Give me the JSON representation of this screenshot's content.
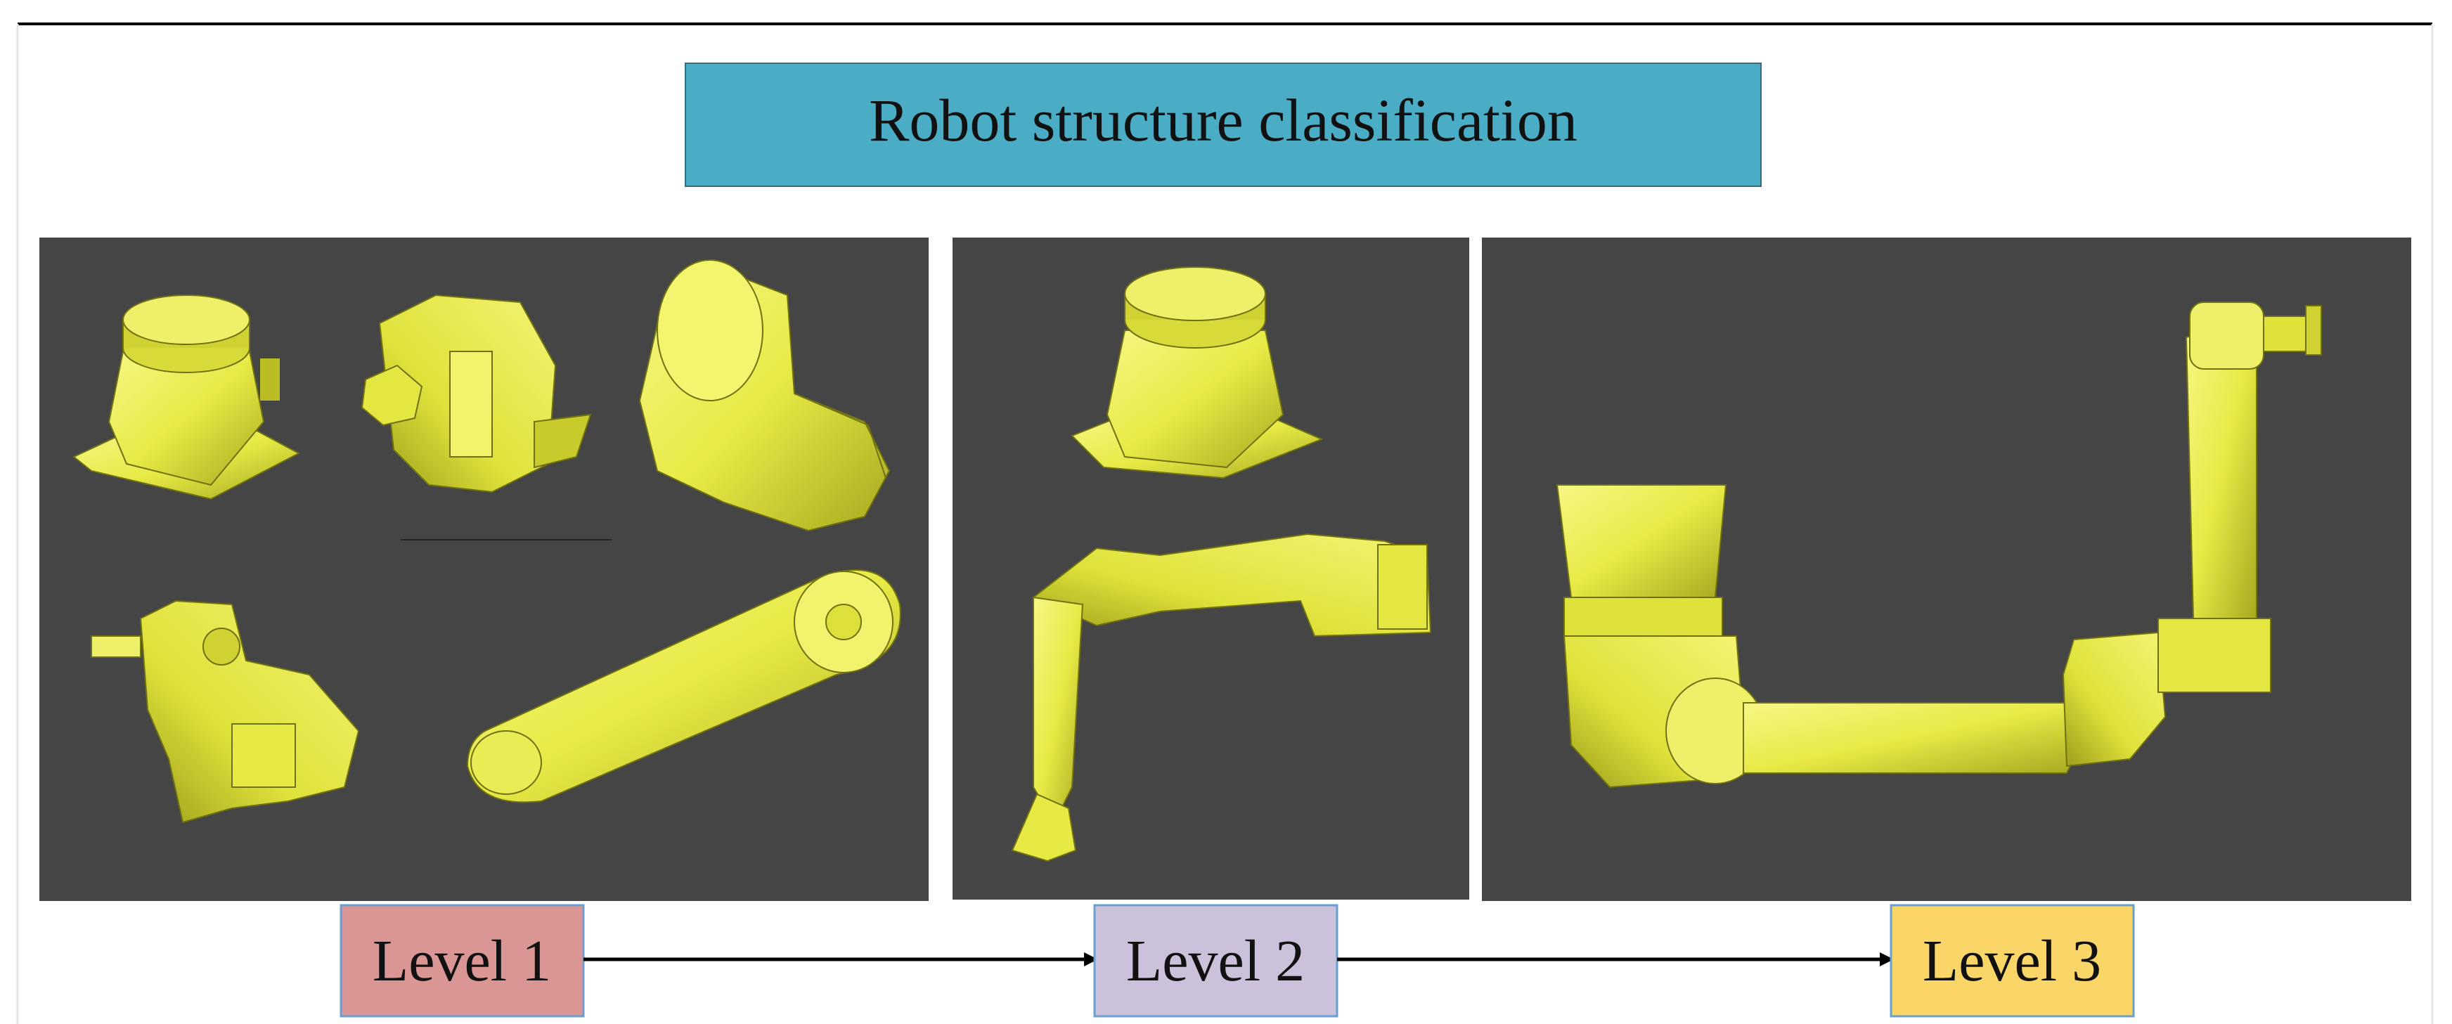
{
  "title": "Robot structure classification",
  "levels": [
    {
      "label": "Level 1",
      "color": "#d99694"
    },
    {
      "label": "Level 2",
      "color": "#ccc1da"
    },
    {
      "label": "Level 3",
      "color": "#fad568"
    }
  ],
  "colors": {
    "title_bar": "#4bacc6",
    "panel_bg": "#454545",
    "part": "#e7ea45",
    "part_dark": "#9fa21c",
    "part_light": "#f6f785"
  }
}
